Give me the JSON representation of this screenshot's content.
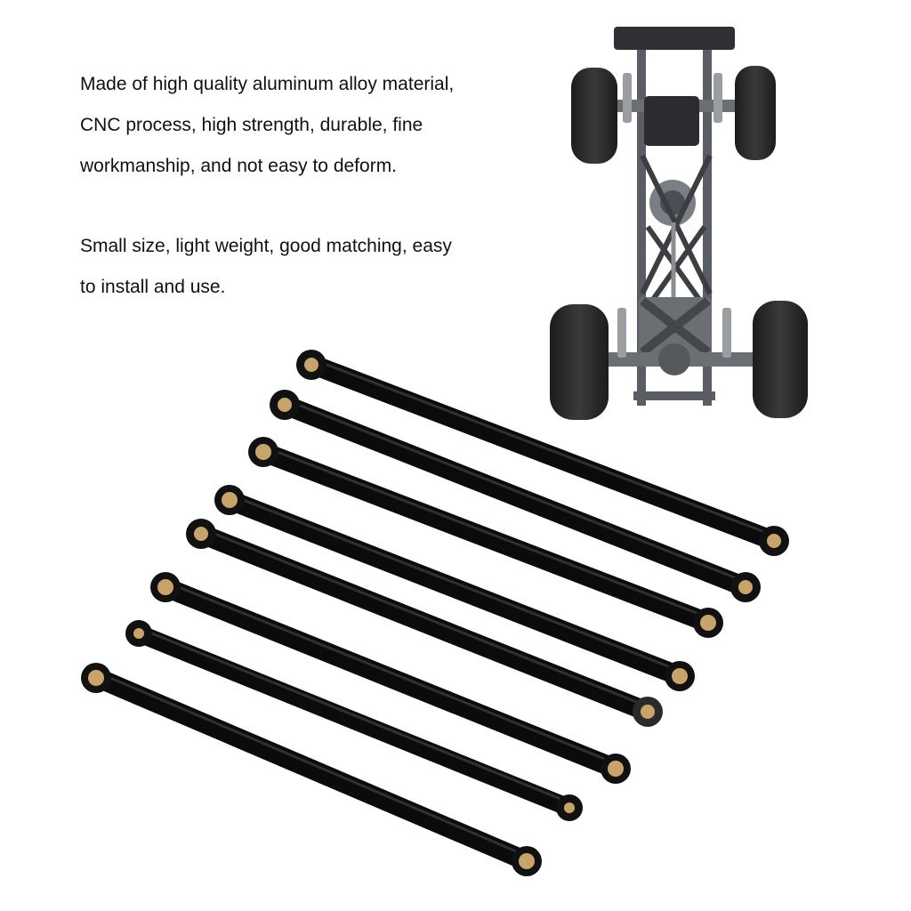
{
  "description_paragraphs": [
    {
      "lines": [
        "Made of high quality aluminum alloy material,",
        "CNC process, high strength, durable, fine",
        "workmanship, and not easy to deform."
      ]
    },
    {
      "lines": [
        "Small size, light weight, good matching, easy",
        "to install and use."
      ]
    }
  ],
  "colors": {
    "rod": "#0b0b0b",
    "rod_highlight": "#4a4a4a",
    "brass": "#c9a46a",
    "chassis": "#5a5d63",
    "tire": "#2b2b2b"
  }
}
